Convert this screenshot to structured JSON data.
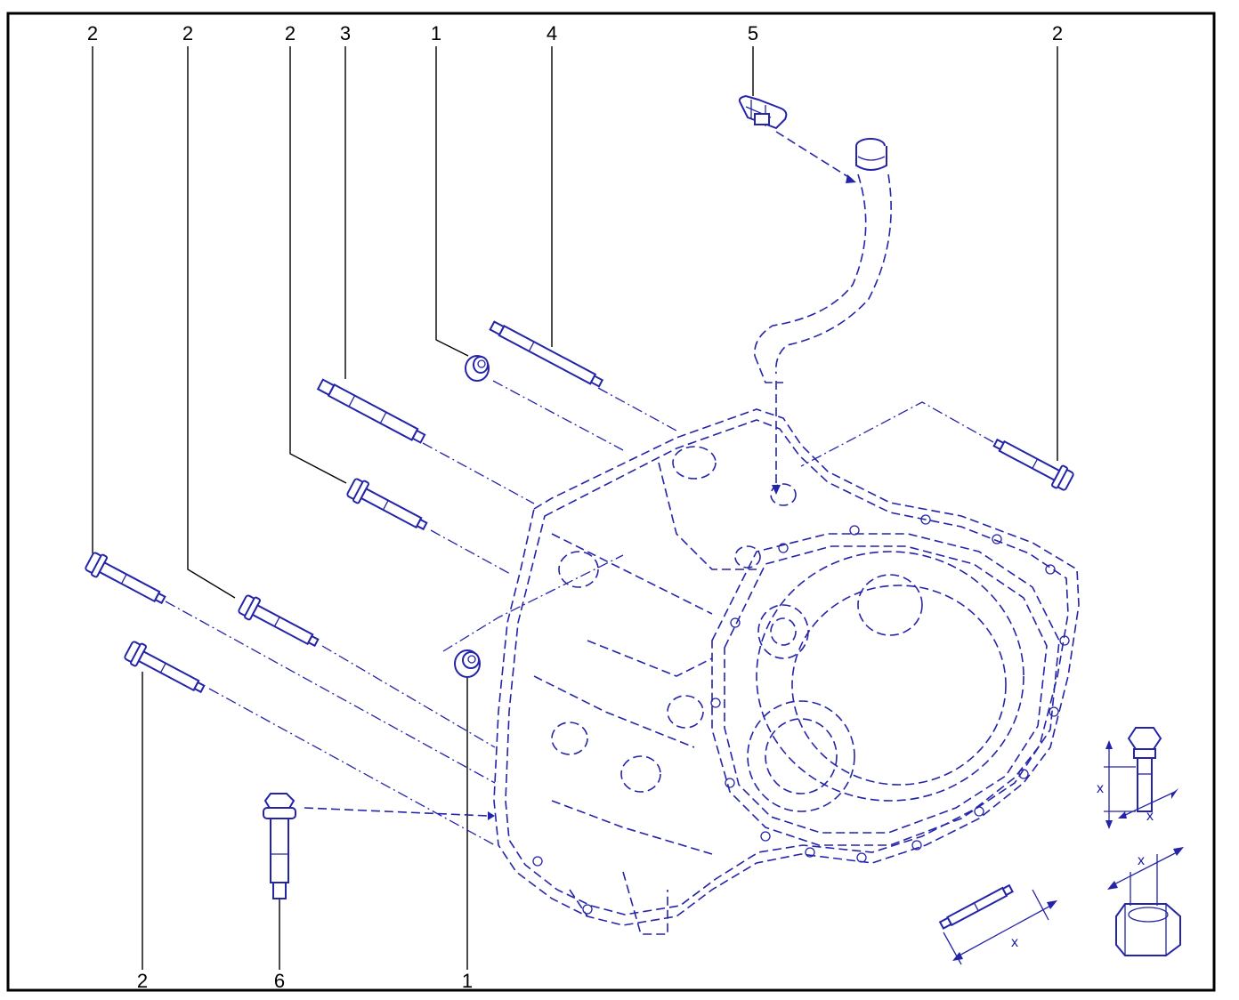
{
  "callouts": {
    "c1": "2",
    "c2": "2",
    "c3": "2",
    "c4": "3",
    "c5": "1",
    "c6": "4",
    "c7": "5",
    "c8": "2",
    "c9": "2",
    "c10": "6",
    "c11": "1"
  },
  "legend": {
    "bolt_length": "x",
    "bolt_diameter": "x",
    "stud_length": "x",
    "nut_size": "x"
  },
  "colors": {
    "line": "#2424a8",
    "frame": "#000000",
    "background": "#ffffff"
  }
}
